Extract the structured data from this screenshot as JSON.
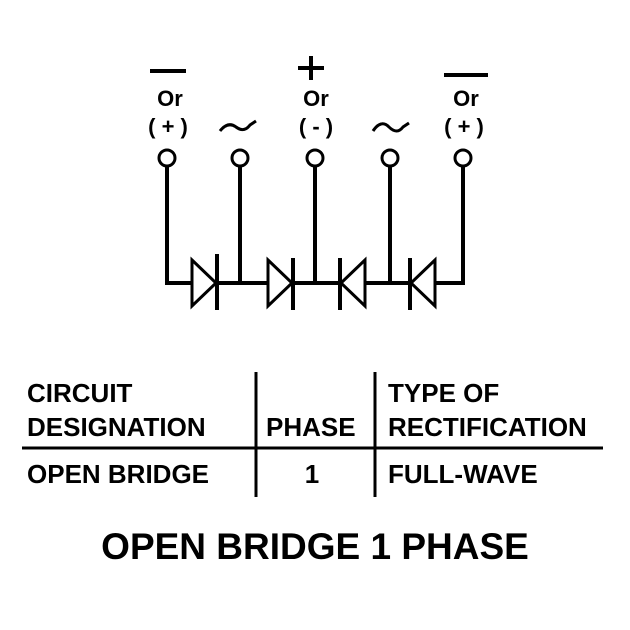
{
  "terminals": [
    {
      "polarity": "—",
      "or": "Or",
      "alt": "( + )"
    },
    {
      "ac": "~"
    },
    {
      "polarity": "+",
      "or": "Or",
      "alt": "( - )"
    },
    {
      "ac": "~"
    },
    {
      "polarity": "—",
      "or": "Or",
      "alt": "( + )"
    }
  ],
  "table": {
    "headers": [
      "CIRCUIT",
      "DESIGNATION",
      "PHASE",
      "TYPE OF",
      "RECTIFICATION"
    ],
    "row": {
      "designation": "OPEN BRIDGE",
      "phase": "1",
      "rectification": "FULL-WAVE"
    }
  },
  "title": "OPEN BRIDGE 1 PHASE"
}
